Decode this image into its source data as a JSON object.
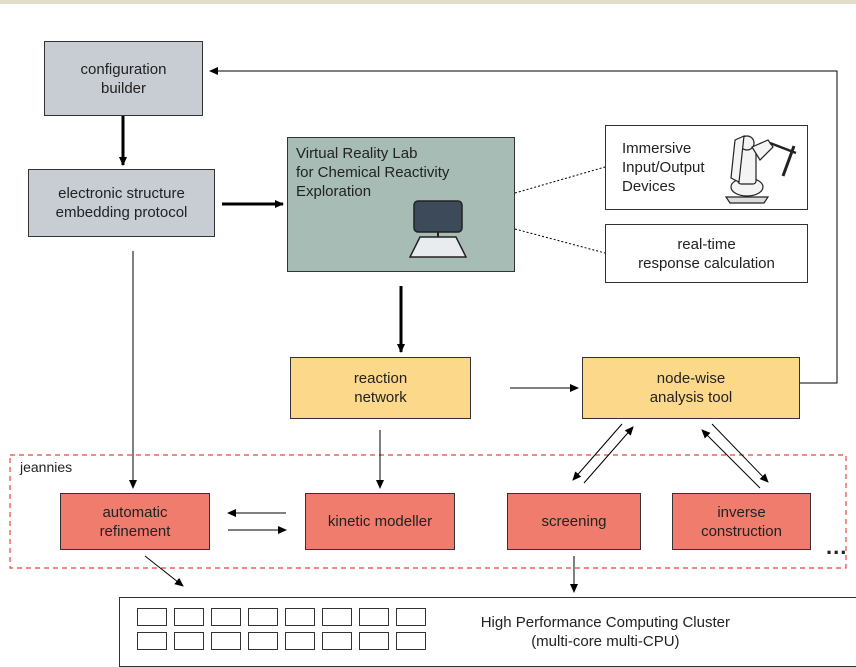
{
  "boxes": {
    "configuration_builder": "configuration\nbuilder",
    "embedding_protocol": "electronic structure\nembedding protocol",
    "vr_lab": "Virtual Reality Lab\nfor Chemical Reactivity\nExploration",
    "immersive_devices": "Immersive\nInput/Output\nDevices",
    "realtime_response": "real-time\nresponse calculation",
    "reaction_network": "reaction\nnetwork",
    "analysis_tool": "node-wise\nanalysis tool",
    "automatic_refinement": "automatic\nrefinement",
    "kinetic_modeller": "kinetic modeller",
    "screening": "screening",
    "inverse_construction": "inverse\nconstruction",
    "hpc_cluster": "High Performance Computing Cluster\n(multi-core multi-CPU)"
  },
  "labels": {
    "jeannies": "jeannies",
    "ellipsis": "..."
  },
  "icons": [
    "computer-icon",
    "haptic-device-icon"
  ],
  "colors": {
    "grey": "#c8ccd3",
    "teal": "#a6bcb5",
    "yellow": "#fbd88a",
    "red": "#f07c6e",
    "dashed_border": "#e8453c"
  }
}
